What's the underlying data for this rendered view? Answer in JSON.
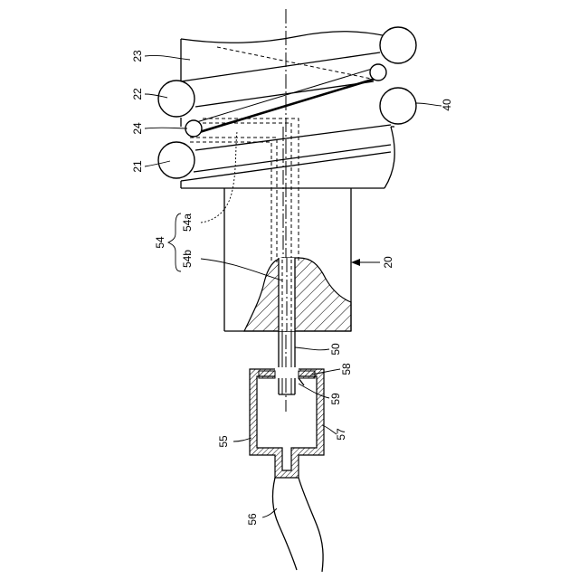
{
  "figure": {
    "labels": {
      "l23": "23",
      "l22": "22",
      "l24": "24",
      "l21": "21",
      "l40": "40",
      "l54": "54",
      "l54a": "54a",
      "l54b": "54b",
      "l20": "20",
      "l50": "50",
      "l58": "58",
      "l59": "59",
      "l57": "57",
      "l55": "55",
      "l56": "56"
    }
  }
}
